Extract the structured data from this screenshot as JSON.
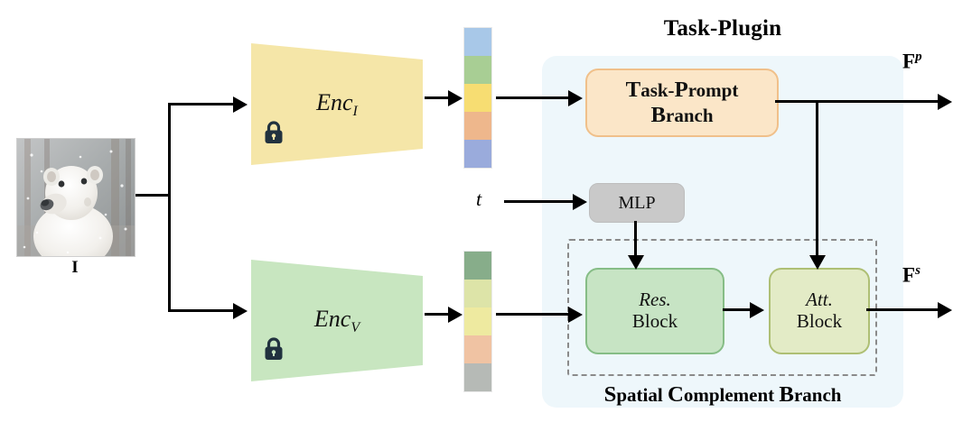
{
  "diagram": {
    "title": "Task-Plugin",
    "input": {
      "label": "I",
      "icon": "polar-bear-photo"
    },
    "encoders": [
      {
        "name": "enc-image",
        "base": "Enc",
        "sub": "I",
        "color": "#f5e6a8",
        "lock_icon": "lock-icon"
      },
      {
        "name": "enc-visual",
        "base": "Enc",
        "sub": "V",
        "color": "#c8e6c0",
        "lock_icon": "lock-icon"
      }
    ],
    "feature_strips": [
      {
        "name": "feature-strip-image",
        "colors": [
          "#a8c8e8",
          "#a8ce94",
          "#f7dd72",
          "#eeb78c",
          "#9aabdc"
        ]
      },
      {
        "name": "feature-strip-visual",
        "colors": [
          "#87ad8a",
          "#dde4a8",
          "#eeeaa0",
          "#f0c3a3",
          "#b6bab6"
        ]
      }
    ],
    "timestep": {
      "label": "t"
    },
    "blocks": {
      "task_prompt_branch": {
        "line1": "Task-Prompt",
        "line2": "Branch"
      },
      "mlp": {
        "label": "MLP"
      },
      "res_block": {
        "line1": "Res.",
        "line2": "Block"
      },
      "att_block": {
        "line1": "Att.",
        "line2": "Block"
      }
    },
    "spatial_branch_label": "Spatial Complement Branch",
    "outputs": [
      {
        "name": "output-prompt-feature",
        "base": "F",
        "sup": "p"
      },
      {
        "name": "output-spatial-feature",
        "base": "F",
        "sup": "s"
      }
    ],
    "colors": {
      "panel_bg": "#eef7fb",
      "prompt_box_bg": "#fbe6c8",
      "prompt_box_border": "#f0c08a",
      "res_bg": "#c7e4c4",
      "res_border": "#86bd86",
      "att_bg": "#e3ebc6",
      "att_border": "#aebf74",
      "mlp_bg": "#c9c9c9",
      "lock": "#21323f"
    }
  }
}
